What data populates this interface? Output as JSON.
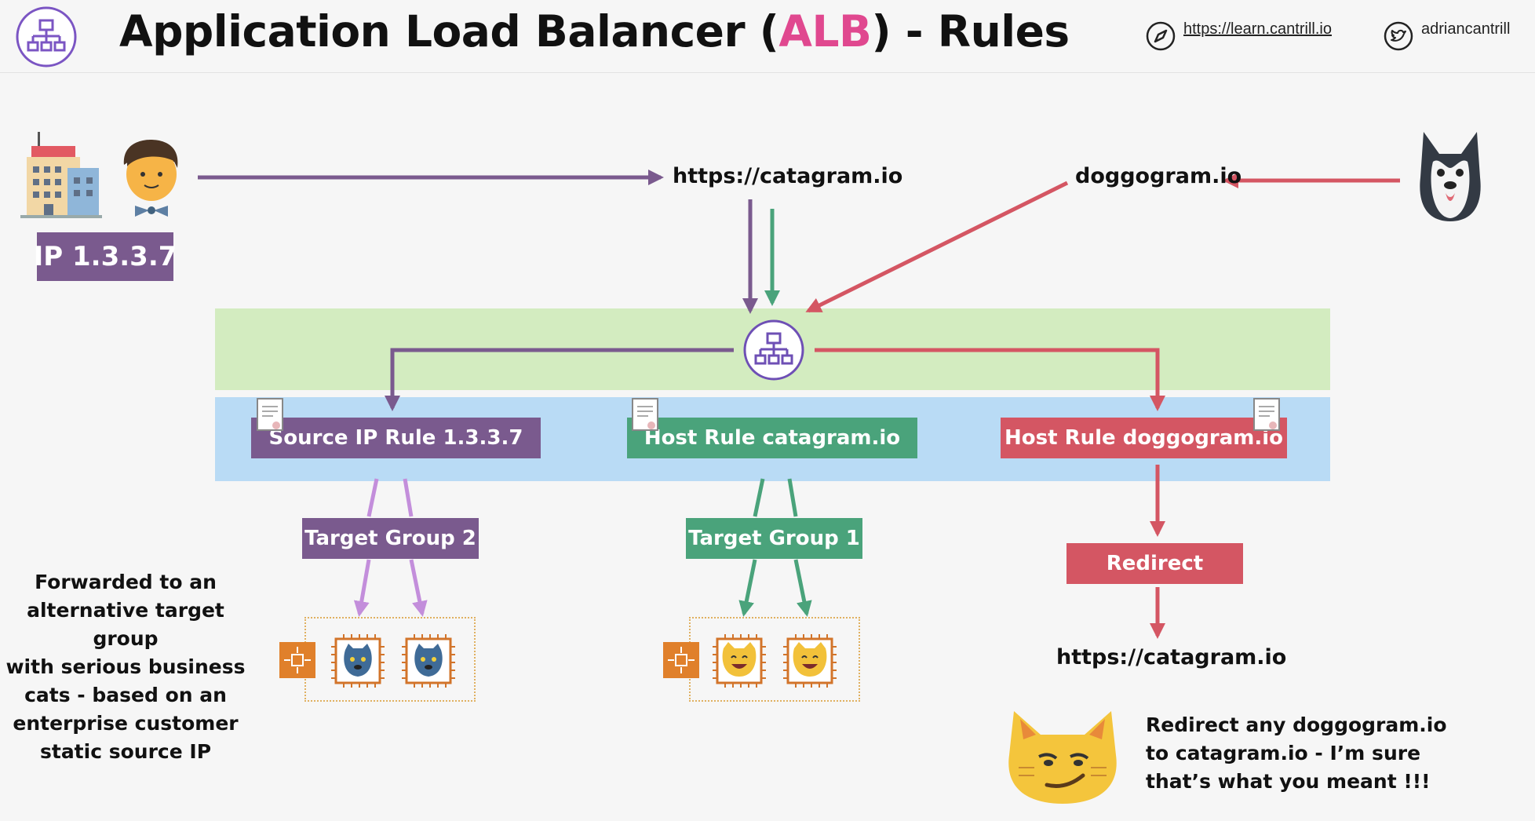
{
  "header": {
    "title_prefix": "Application Load Balancer (",
    "title_highlight": "ALB",
    "title_suffix": ") - Rules",
    "link_url": "https://learn.cantrill.io",
    "twitter_handle": "adriancantrill",
    "icons": [
      "alb-logo-icon",
      "compass-icon",
      "twitter-bird-icon"
    ]
  },
  "actors": {
    "ip_label": "IP 1.3.3.7",
    "icons": [
      "building-icon",
      "business-person-icon",
      "husky-dog-icon",
      "smirking-cat-icon"
    ]
  },
  "domains": {
    "catagram_top": "https://catagram.io",
    "doggogram": "doggogram.io",
    "catagram_bottom": "https://catagram.io"
  },
  "rules": {
    "source_ip": "Source IP Rule 1.3.3.7",
    "host_catagram": "Host Rule catagram.io",
    "host_doggogram": "Host Rule doggogram.io"
  },
  "targets": {
    "group2": "Target Group 2",
    "group1": "Target Group 1",
    "redirect": "Redirect"
  },
  "notes": {
    "left": [
      "Forwarded to an",
      "alternative target group",
      "with serious business",
      "cats - based on an",
      "enterprise customer",
      "static source IP"
    ],
    "right": [
      "Redirect any doggogram.io",
      "to catagram.io - I’m sure",
      "that’s what you meant !!!"
    ]
  },
  "colors": {
    "purple": "#7a5a8e",
    "green": "#4aa37b",
    "red": "#d45663",
    "light_purple": "#c38edb",
    "listener_band": "#d3ecc0",
    "rules_band": "#b9dbf5",
    "alb_accent": "#6e4fb5",
    "instance_orange": "#e0802b"
  }
}
